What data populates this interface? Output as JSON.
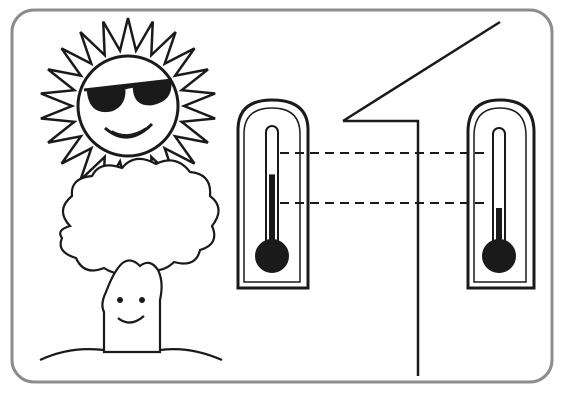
{
  "figure": {
    "elements": {
      "sun": "sun-with-sunglasses",
      "tree": "smiling-tree",
      "thermometer_outside": "thermometer-in-sun",
      "thermometer_inside": "thermometer-in-shade",
      "wall": "building-wall-with-roof-line"
    },
    "colors": {
      "ink": "#1a1a1a",
      "background": "#ffffff",
      "frame": "#8c8c8c"
    },
    "readings": {
      "outside_level": 0.62,
      "inside_level": 0.35
    }
  }
}
